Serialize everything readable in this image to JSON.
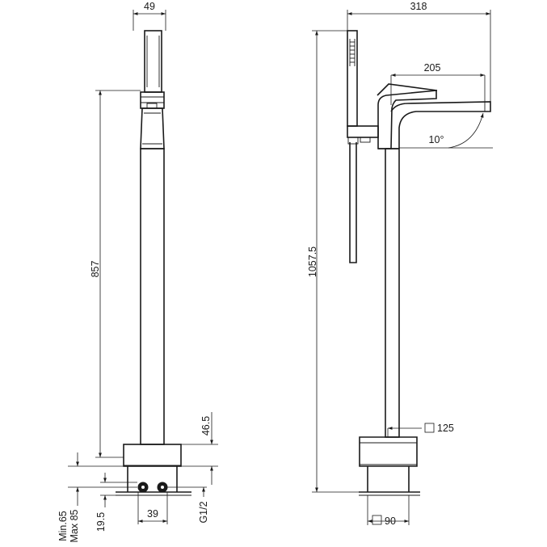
{
  "left_view": {
    "dimensions": {
      "width_top": "49",
      "height_main": "857",
      "base_height": "46.5",
      "min_label": "Min.65",
      "max_label": "Max 85",
      "offset": "19.5",
      "spacing": "39",
      "thread": "G1/2"
    }
  },
  "right_view": {
    "dimensions": {
      "total_width": "318",
      "spout_reach": "205",
      "angle": "10°",
      "total_height": "1057.5",
      "base_square": "125",
      "flange_square": "90"
    }
  }
}
